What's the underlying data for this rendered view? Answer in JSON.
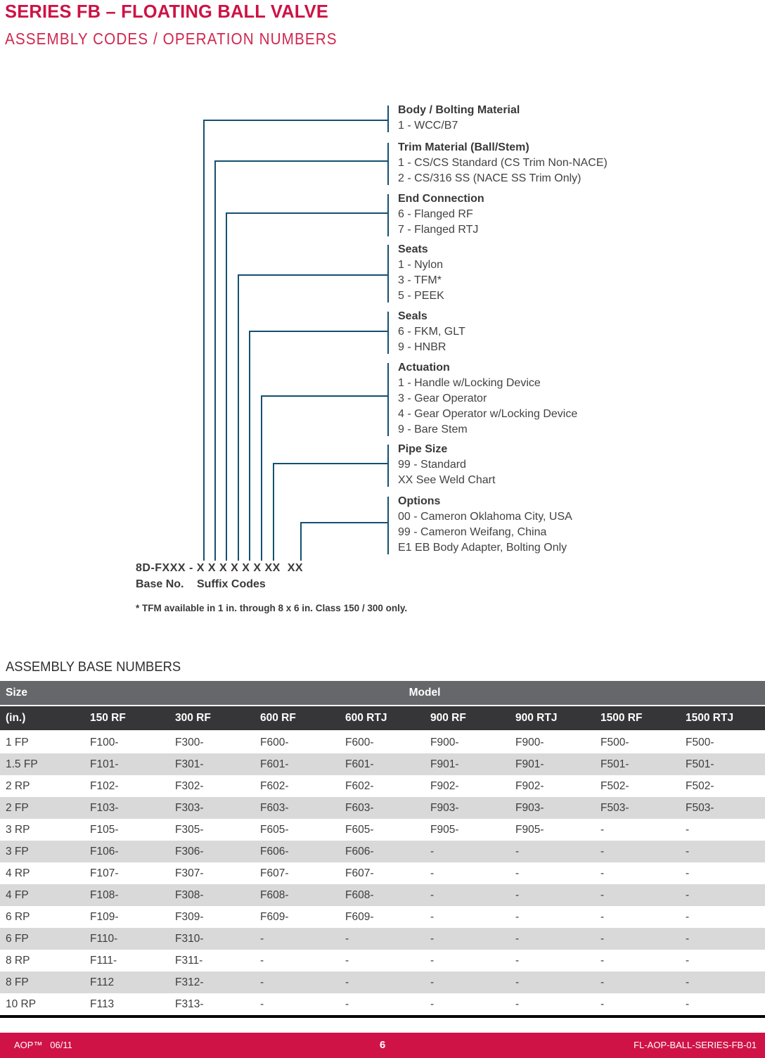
{
  "page": {
    "title": "SERIES FB – FLOATING BALL VALVE",
    "subtitle": "ASSEMBLY CODES / OPERATION NUMBERS"
  },
  "colors": {
    "accent_red": "#CE1244",
    "footer_red": "#D01347",
    "line_navy": "#14506F",
    "header_mid_gray": "#66676A",
    "header_dark_gray": "#363638",
    "row_alt_gray": "#D9D9DA"
  },
  "diagram": {
    "groups": [
      {
        "heading": "Body / Bolting Material",
        "items": [
          "1 - WCC/B7"
        ]
      },
      {
        "heading": "Trim Material (Ball/Stem)",
        "items": [
          "1 - CS/CS Standard (CS Trim Non-NACE)",
          "2 - CS/316 SS (NACE SS Trim Only)"
        ]
      },
      {
        "heading": "End Connection",
        "items": [
          "6 - Flanged RF",
          "7 - Flanged RTJ"
        ]
      },
      {
        "heading": "Seats",
        "items": [
          "1 - Nylon",
          "3 - TFM*",
          "5 - PEEK"
        ]
      },
      {
        "heading": "Seals",
        "items": [
          "6 - FKM, GLT",
          "9 - HNBR"
        ]
      },
      {
        "heading": "Actuation",
        "items": [
          "1 - Handle w/Locking Device",
          "3 - Gear Operator",
          "4 - Gear Operator w/Locking Device",
          "9 - Bare Stem"
        ]
      },
      {
        "heading": "Pipe Size",
        "items": [
          "99 - Standard",
          "XX See Weld Chart"
        ]
      },
      {
        "heading": "Options",
        "items": [
          "00 - Cameron Oklahoma City, USA",
          "99 - Cameron Weifang, China",
          "E1 EB Body Adapter, Bolting Only"
        ]
      }
    ],
    "code_line": "8D-FXXX - X X X X X X XX  XX",
    "code_caption_left": "Base No.",
    "code_caption_right": "Suffix Codes",
    "footnote": "* TFM available in 1 in. through 8 x 6 in. Class 150 / 300 only."
  },
  "table": {
    "title": "ASSEMBLY BASE NUMBERS",
    "group_header": {
      "size": "Size",
      "model": "Model"
    },
    "columns": [
      "(in.)",
      "150 RF",
      "300 RF",
      "600 RF",
      "600 RTJ",
      "900 RF",
      "900 RTJ",
      "1500 RF",
      "1500 RTJ"
    ],
    "rows": [
      [
        "1 FP",
        "F100-",
        "F300-",
        "F600-",
        "F600-",
        "F900-",
        "F900-",
        "F500-",
        "F500-"
      ],
      [
        "1.5 FP",
        "F101-",
        "F301-",
        "F601-",
        "F601-",
        "F901-",
        "F901-",
        "F501-",
        "F501-"
      ],
      [
        "2 RP",
        "F102-",
        "F302-",
        "F602-",
        "F602-",
        "F902-",
        "F902-",
        "F502-",
        "F502-"
      ],
      [
        "2 FP",
        "F103-",
        "F303-",
        "F603-",
        "F603-",
        "F903-",
        "F903-",
        "F503-",
        "F503-"
      ],
      [
        "3 RP",
        "F105-",
        "F305-",
        "F605-",
        "F605-",
        "F905-",
        "F905-",
        "-",
        "-"
      ],
      [
        "3 FP",
        "F106-",
        "F306-",
        "F606-",
        "F606-",
        "-",
        "-",
        "-",
        "-"
      ],
      [
        "4 RP",
        "F107-",
        "F307-",
        "F607-",
        "F607-",
        "-",
        "-",
        "-",
        "-"
      ],
      [
        "4 FP",
        "F108-",
        "F308-",
        "F608-",
        "F608-",
        "-",
        "-",
        "-",
        "-"
      ],
      [
        "6 RP",
        "F109-",
        "F309-",
        "F609-",
        "F609-",
        "-",
        "-",
        "-",
        "-"
      ],
      [
        "6 FP",
        "F110-",
        "F310-",
        "-",
        "-",
        "-",
        "-",
        "-",
        "-"
      ],
      [
        "8 RP",
        "F111-",
        "F311-",
        "-",
        "-",
        "-",
        "-",
        "-",
        "-"
      ],
      [
        "8 FP",
        "F112",
        "F312-",
        "-",
        "-",
        "-",
        "-",
        "-",
        "-"
      ],
      [
        "10 RP",
        "F113",
        "F313-",
        "-",
        "-",
        "-",
        "-",
        "-",
        "-"
      ]
    ]
  },
  "footer": {
    "left": "AOP™   06/11",
    "page_number": "6",
    "right": "FL-AOP-BALL-SERIES-FB-01"
  }
}
